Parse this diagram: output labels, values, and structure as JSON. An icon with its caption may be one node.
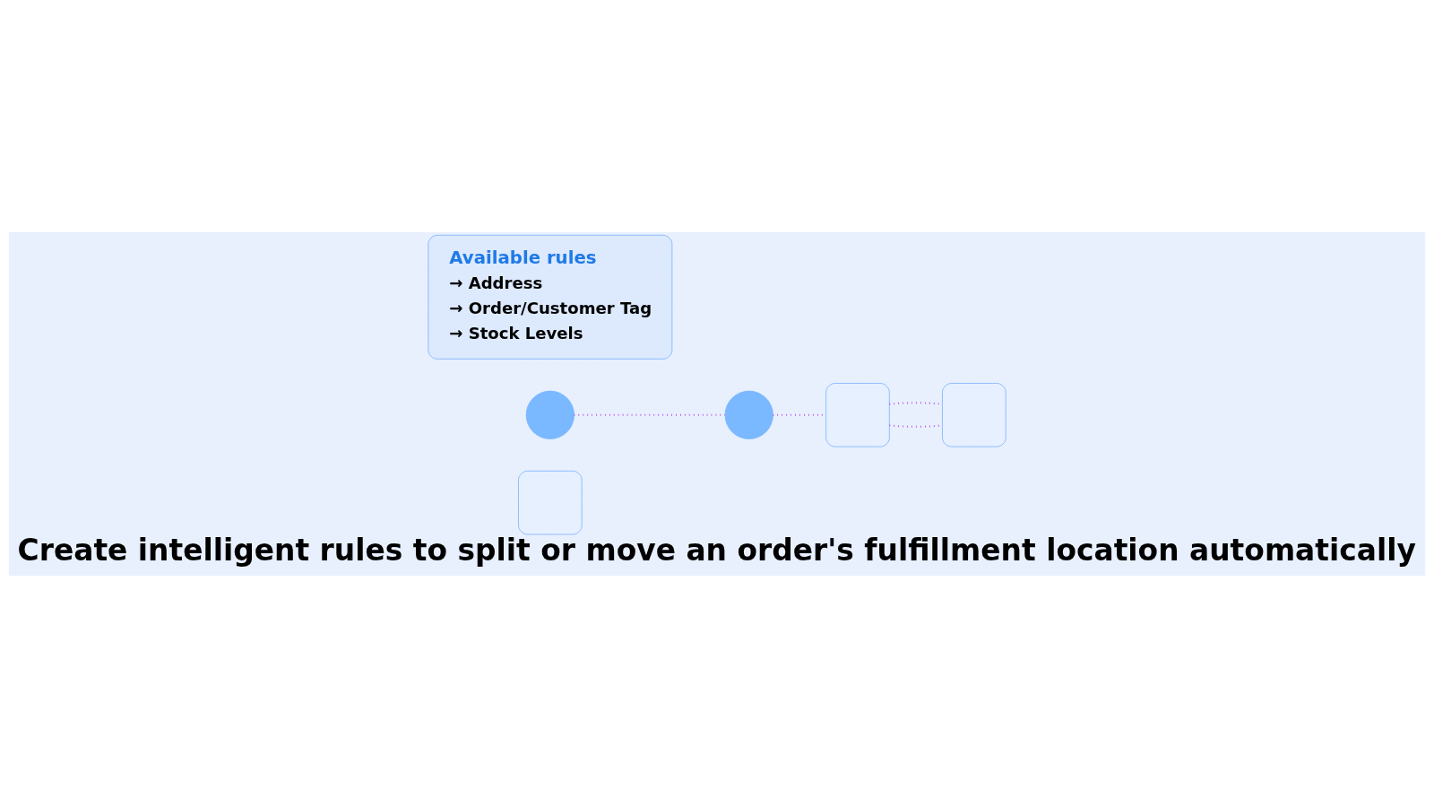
{
  "diagram": {
    "title": "Create intelligent rules to split or move an order's fulfillment location automatically",
    "nodes": [
      {
        "text": [],
        "shape": "box"
      },
      {
        "text": [],
        "shape": "circle"
      },
      {
        "text": [],
        "shape": "circle"
      },
      {
        "text": [
          "Available rules",
          "→ Address",
          "→ Order/Customer Tag",
          "→ Stock Levels"
        ]
      },
      {
        "text": [],
        "shape": "box"
      },
      {
        "text": [],
        "shape": "box"
      }
    ],
    "edges": [
      {
        "from": 1,
        "to": 2,
        "arrow": "none",
        "style": "dashed"
      },
      {
        "from": 2,
        "to": 4,
        "arrow": "none",
        "style": "dashed"
      },
      {
        "from": 4,
        "to": 5,
        "arrow": "none",
        "style": "dashed"
      },
      {
        "from": 4,
        "to": 5,
        "arrow": "none",
        "style": "dashed"
      }
    ]
  }
}
